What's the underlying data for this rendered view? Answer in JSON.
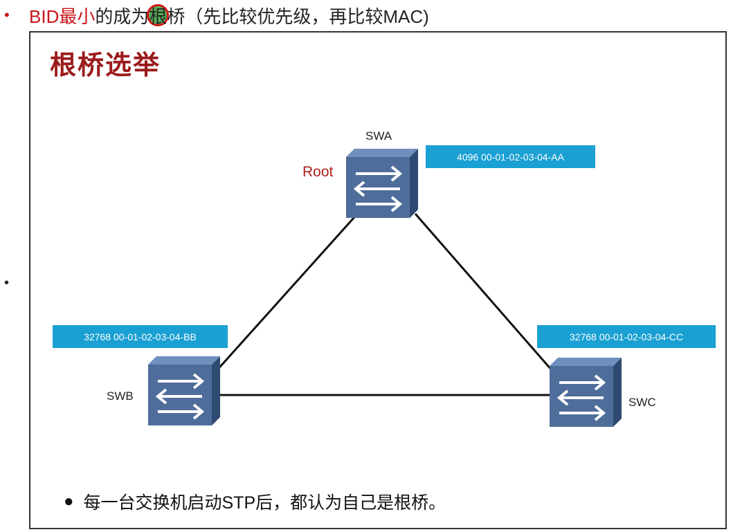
{
  "header": {
    "bullet": "•",
    "part_red": "BID最小",
    "part_black1": "的成为",
    "part_marked": "根",
    "part_black2": "桥（先比较优先级，再比较MAC)"
  },
  "side_bullet": "•",
  "slide": {
    "title": "根桥选举",
    "root_label": "Root",
    "switches": [
      {
        "name": "SWA",
        "bid": "4096 00-01-02-03-04-AA"
      },
      {
        "name": "SWB",
        "bid": "32768 00-01-02-03-04-BB"
      },
      {
        "name": "SWC",
        "bid": "32768 00-01-02-03-04-CC"
      }
    ],
    "footer_bullet": "●",
    "footer_text": "每一台交换机启动STP后，都认为自己是根桥。"
  },
  "colors": {
    "title_red": "#9b1b1b",
    "accent_red": "#c8151b",
    "bid_box": "#1aa0d2",
    "switch_body": "#4e6d9a"
  }
}
